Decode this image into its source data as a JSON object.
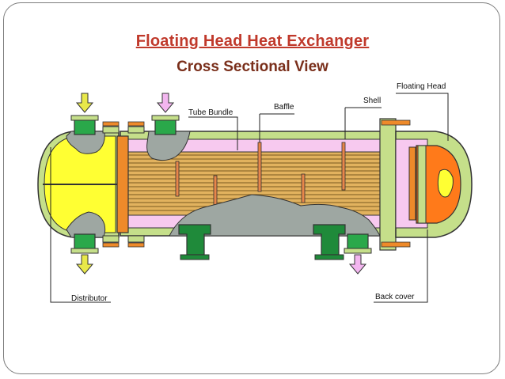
{
  "title": "Floating Head Heat Exchanger",
  "subtitle": "Cross Sectional View",
  "labels": {
    "tube_bundle": "Tube Bundle",
    "baffle": "Baffle",
    "shell": "Shell",
    "floating_head": "Floating Head",
    "distributor": "Distributor",
    "back_cover": "Back cover"
  },
  "colors": {
    "shell": "#c5df8a",
    "shell_lining": "#f7c9ef",
    "distributor_fluid": "#ffff33",
    "tubes": "#e2b25e",
    "tubesheet": "#ee8a2a",
    "floating_head_fluid": "#ff7a1a",
    "flow_arrow_inlet": "#e8e84a",
    "flow_arrow_shell": "#f3b6f0",
    "saddle": "#1f8a3a",
    "cutaway": "#9ea7a2"
  }
}
